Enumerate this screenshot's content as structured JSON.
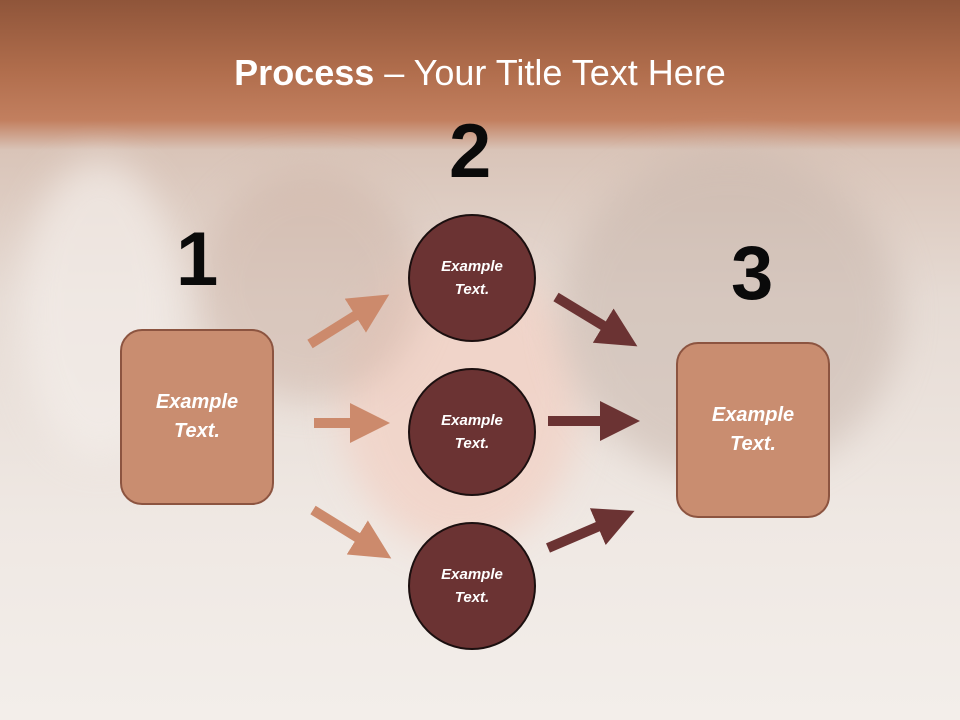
{
  "slide": {
    "title_bold": "Process",
    "title_rest": " – Your Title Text Here"
  },
  "steps": {
    "one": {
      "number": "1",
      "text": "Example Text."
    },
    "two": {
      "number": "2"
    },
    "three": {
      "number": "3",
      "text": "Example Text."
    }
  },
  "circles": [
    {
      "text": "Example Text."
    },
    {
      "text": "Example Text."
    },
    {
      "text": "Example Text."
    }
  ],
  "colors": {
    "box_fill": "#c98d70",
    "circle_fill": "#6b3333",
    "arrow_light": "#cc8a6c",
    "arrow_dark": "#6b3333",
    "title_band": "#b06d4c"
  }
}
